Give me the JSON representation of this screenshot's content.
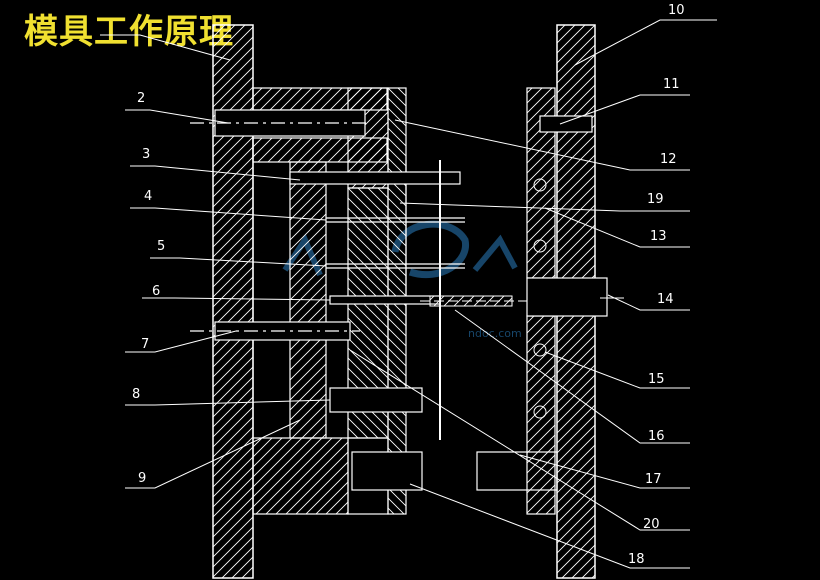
{
  "title": "模具工作原理",
  "callouts": [
    "2",
    "3",
    "4",
    "5",
    "6",
    "7",
    "8",
    "9",
    "10",
    "11",
    "12",
    "13",
    "14",
    "15",
    "16",
    "17",
    "18",
    "19",
    "20"
  ],
  "watermark": "ndoc.com",
  "colors": {
    "background": "#000000",
    "line": "#ffffff",
    "title": "#f0e030",
    "watermark": "#2a7fbf"
  }
}
